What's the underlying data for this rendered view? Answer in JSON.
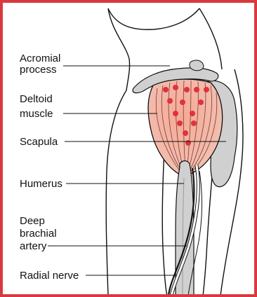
{
  "labels": {
    "acromial_line1": "Acromial",
    "acromial_line2": "process",
    "deltoid_line1": "Deltoid",
    "deltoid_line2": "muscle",
    "scapula": "Scapula",
    "humerus": "Humerus",
    "artery_line1": "Deep",
    "artery_line2": "brachial",
    "artery_line3": "artery",
    "radial_nerve": "Radial nerve"
  },
  "colors": {
    "frame": "#d8393f",
    "muscle_fill": "#f1c0b2",
    "muscle_center": "#f7a995",
    "injection_dot": "#e0323d",
    "bone": "#d0d0d0",
    "outline": "#111111"
  }
}
